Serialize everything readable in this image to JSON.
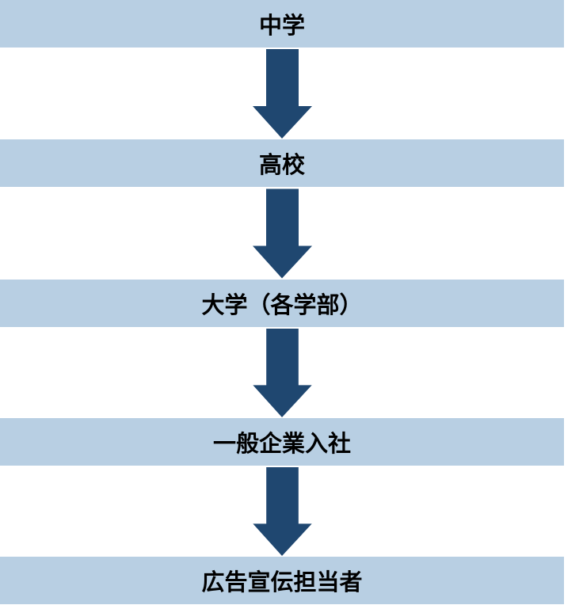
{
  "steps": [
    {
      "label": "中学"
    },
    {
      "label": "高校"
    },
    {
      "label": "大学（各学部）"
    },
    {
      "label": "一般企業入社"
    },
    {
      "label": "広告宣伝担当者"
    }
  ],
  "colors": {
    "box": "#b8cfe3",
    "arrow": "#1f4770"
  }
}
